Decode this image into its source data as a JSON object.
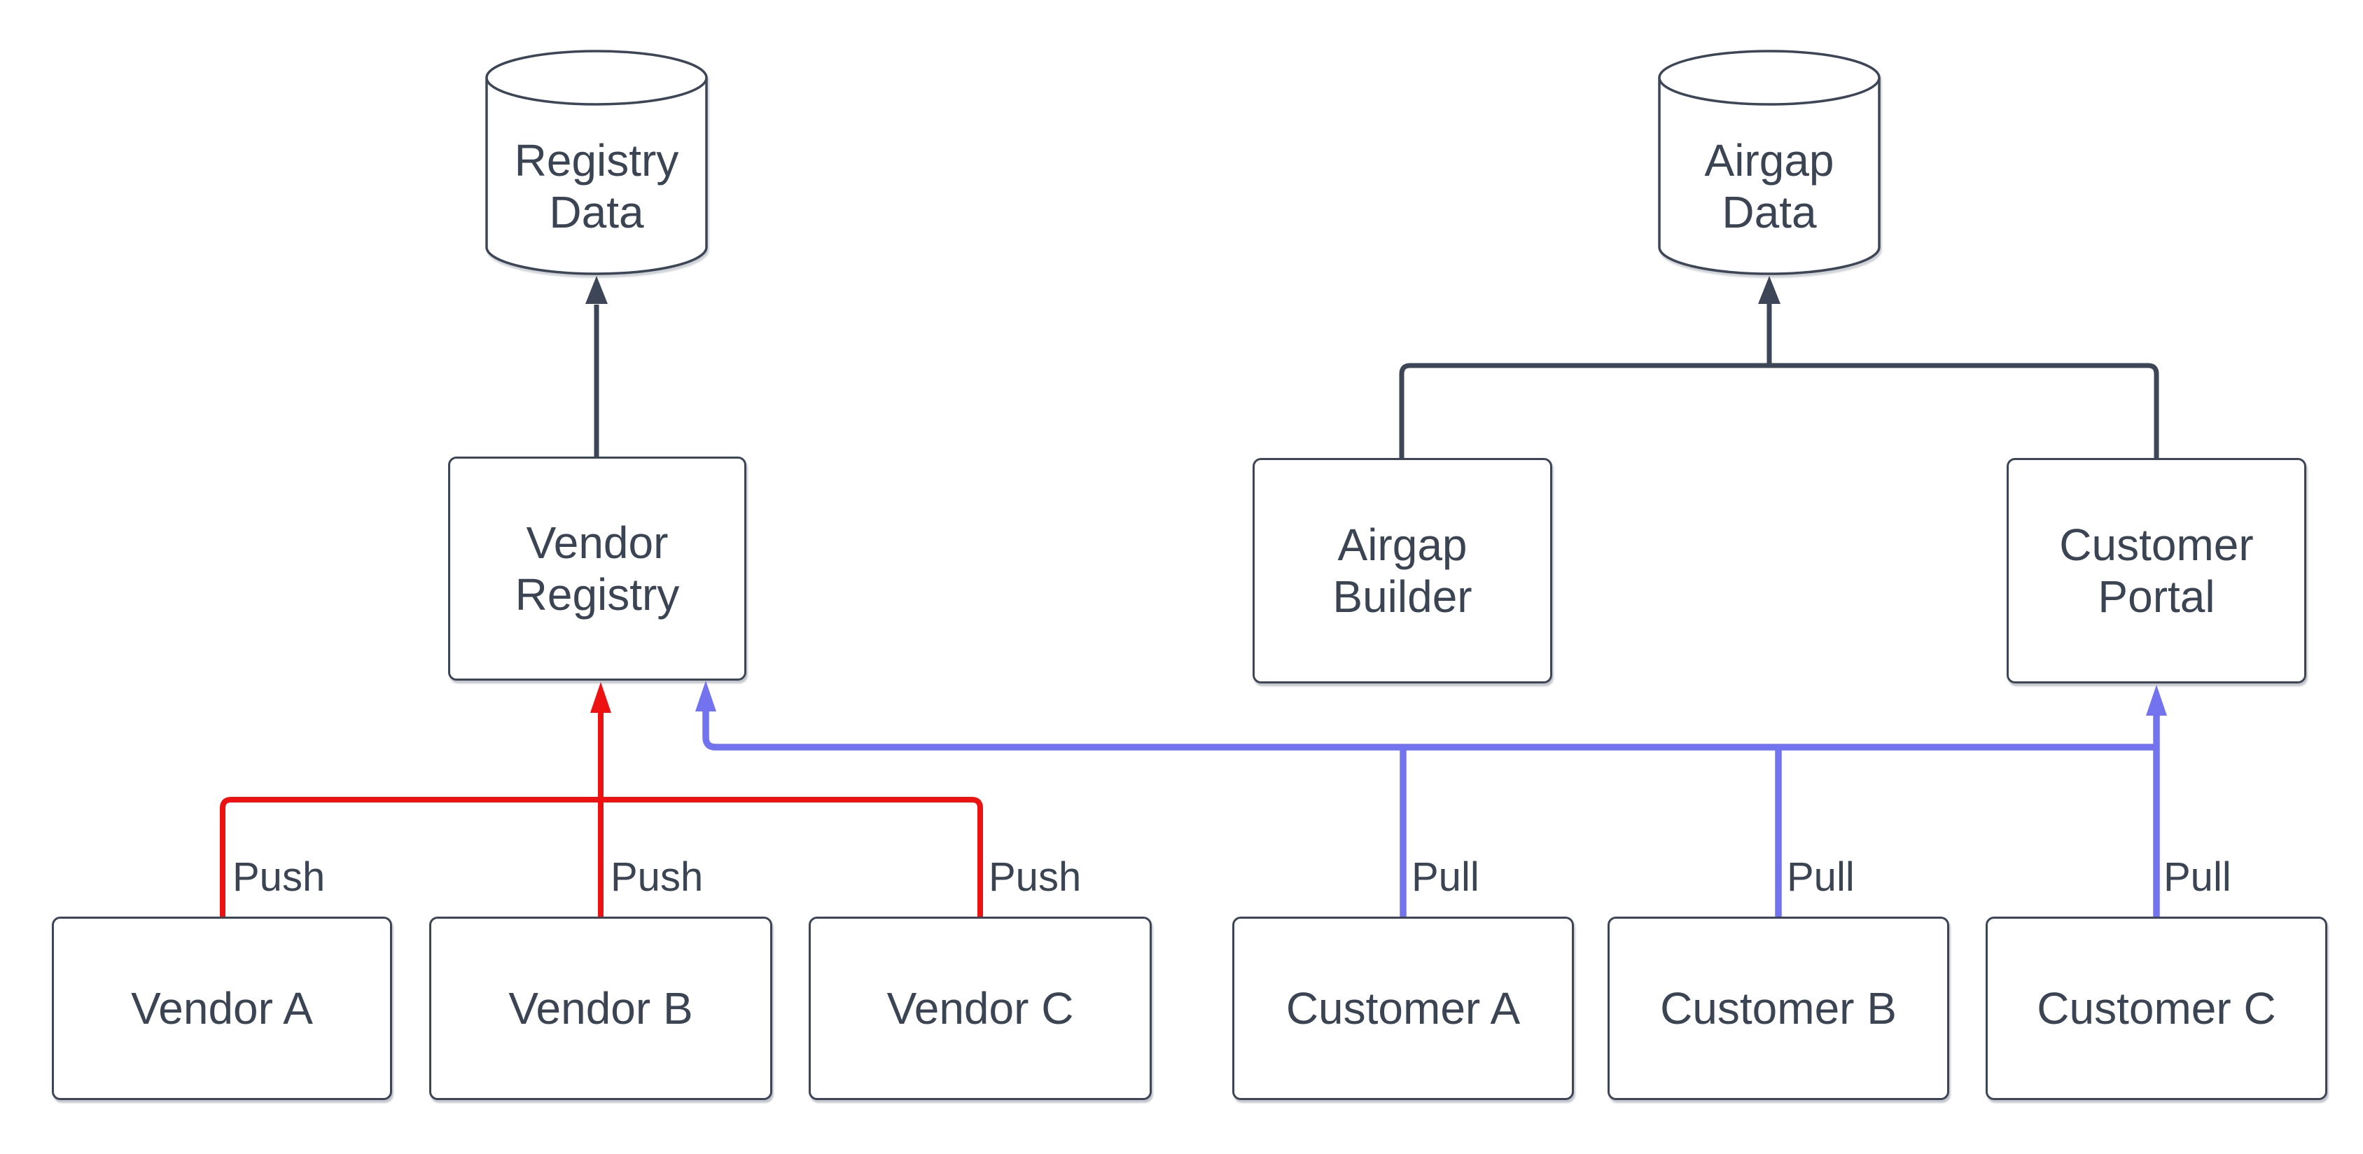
{
  "diagram": {
    "nodes": {
      "registry_data": {
        "label": "Registry Data",
        "shape": "cylinder"
      },
      "airgap_data": {
        "label": "Airgap Data",
        "shape": "cylinder"
      },
      "vendor_registry": {
        "label": "Vendor Registry",
        "shape": "rect"
      },
      "airgap_builder": {
        "label": "Airgap Builder",
        "shape": "rect"
      },
      "customer_portal": {
        "label": "Customer Portal",
        "shape": "rect"
      },
      "vendor_a": {
        "label": "Vendor A",
        "shape": "rect"
      },
      "vendor_b": {
        "label": "Vendor B",
        "shape": "rect"
      },
      "vendor_c": {
        "label": "Vendor C",
        "shape": "rect"
      },
      "customer_a": {
        "label": "Customer A",
        "shape": "rect"
      },
      "customer_b": {
        "label": "Customer B",
        "shape": "rect"
      },
      "customer_c": {
        "label": "Customer C",
        "shape": "rect"
      }
    },
    "edge_labels": {
      "push_vendor_a": "Push",
      "push_vendor_b": "Push",
      "push_vendor_c": "Push",
      "pull_customer_a": "Pull",
      "pull_customer_b": "Pull",
      "pull_customer_c": "Pull"
    },
    "colors": {
      "push": "#ee1111",
      "pull": "#7373f0",
      "flow": "#3d4656",
      "text": "#3a4452"
    }
  }
}
